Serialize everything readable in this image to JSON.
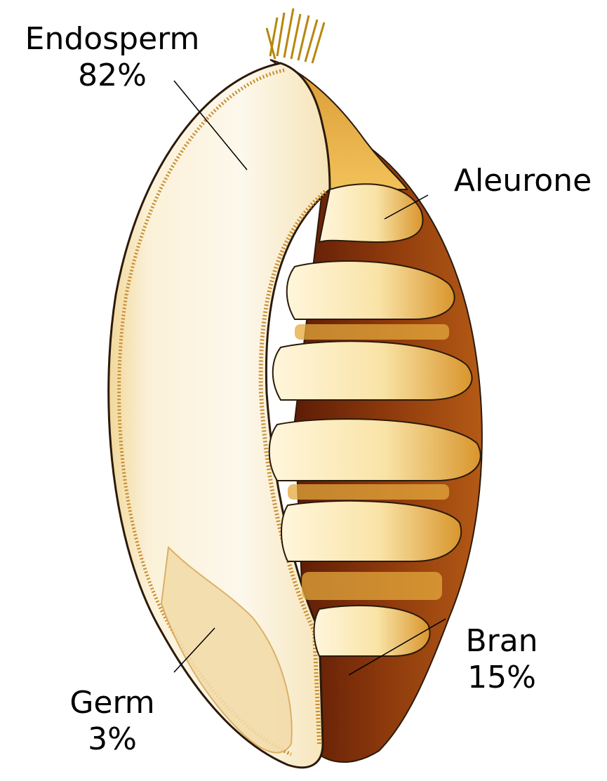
{
  "labels": {
    "endosperm": {
      "name": "Endosperm",
      "percent": "82%"
    },
    "aleurone": {
      "name": "Aleurone"
    },
    "bran": {
      "name": "Bran",
      "percent": "15%"
    },
    "germ": {
      "name": "Germ",
      "percent": "3%"
    }
  },
  "colors": {
    "endosperm": "#fbf3de",
    "aleurone_band": "#e0a43a",
    "bran_dark": "#7a2a08",
    "bran_mid": "#b8540f",
    "germ": "#f5e2b4",
    "outline": "#2b1a0a"
  }
}
